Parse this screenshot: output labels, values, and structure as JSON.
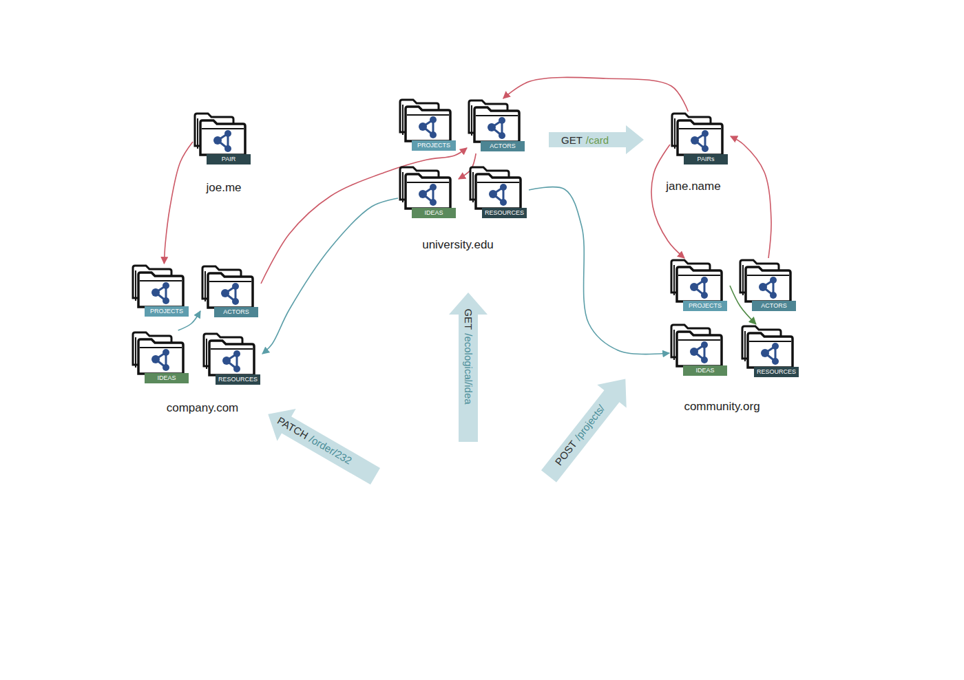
{
  "diagram": {
    "nodes": [
      {
        "text": [
          "joe.me"
        ]
      },
      {
        "text": [
          "PAIR"
        ],
        "in": 0
      },
      {
        "text": [
          "university.edu"
        ]
      },
      {
        "text": [
          "PROJECTS"
        ],
        "in": 2
      },
      {
        "text": [
          "ACTORS"
        ],
        "in": 2
      },
      {
        "text": [
          "IDEAS"
        ],
        "in": 2
      },
      {
        "text": [
          "RESOURCES"
        ],
        "in": 2
      },
      {
        "text": [
          "jane.name"
        ]
      },
      {
        "text": [
          "PAIRs"
        ],
        "in": 7
      },
      {
        "text": [
          "company.com"
        ]
      },
      {
        "text": [
          "PROJECTS"
        ],
        "in": 9
      },
      {
        "text": [
          "ACTORS"
        ],
        "in": 9
      },
      {
        "text": [
          "IDEAS"
        ],
        "in": 9
      },
      {
        "text": [
          "RESOURCES"
        ],
        "in": 9
      },
      {
        "text": [
          "community.org"
        ]
      },
      {
        "text": [
          "PROJECTS"
        ],
        "in": 14
      },
      {
        "text": [
          "ACTORS"
        ],
        "in": 14
      },
      {
        "text": [
          "IDEAS"
        ],
        "in": 14
      },
      {
        "text": [
          "RESOURCES"
        ],
        "in": 14
      }
    ],
    "edges": [
      {
        "from": 1,
        "to": 10,
        "arrow": "to"
      },
      {
        "from": 11,
        "to": 4,
        "arrow": "to"
      },
      {
        "from": 4,
        "to": 5,
        "arrow": "to"
      },
      {
        "from": 8,
        "to": 4,
        "arrow": "to"
      },
      {
        "from": 8,
        "to": 15,
        "arrow": "to"
      },
      {
        "from": 16,
        "to": 8,
        "arrow": "to"
      },
      {
        "from": 5,
        "to": 13,
        "arrow": "to"
      },
      {
        "from": 6,
        "to": 17,
        "arrow": "to"
      },
      {
        "from": 12,
        "to": 11,
        "arrow": "to"
      },
      {
        "from": 15,
        "to": 18,
        "arrow": "to"
      }
    ],
    "labels": [
      "GET",
      "/card",
      "GET",
      "/ecological/idea",
      "PATCH",
      "/order/232",
      "POST",
      "/projects/"
    ]
  }
}
